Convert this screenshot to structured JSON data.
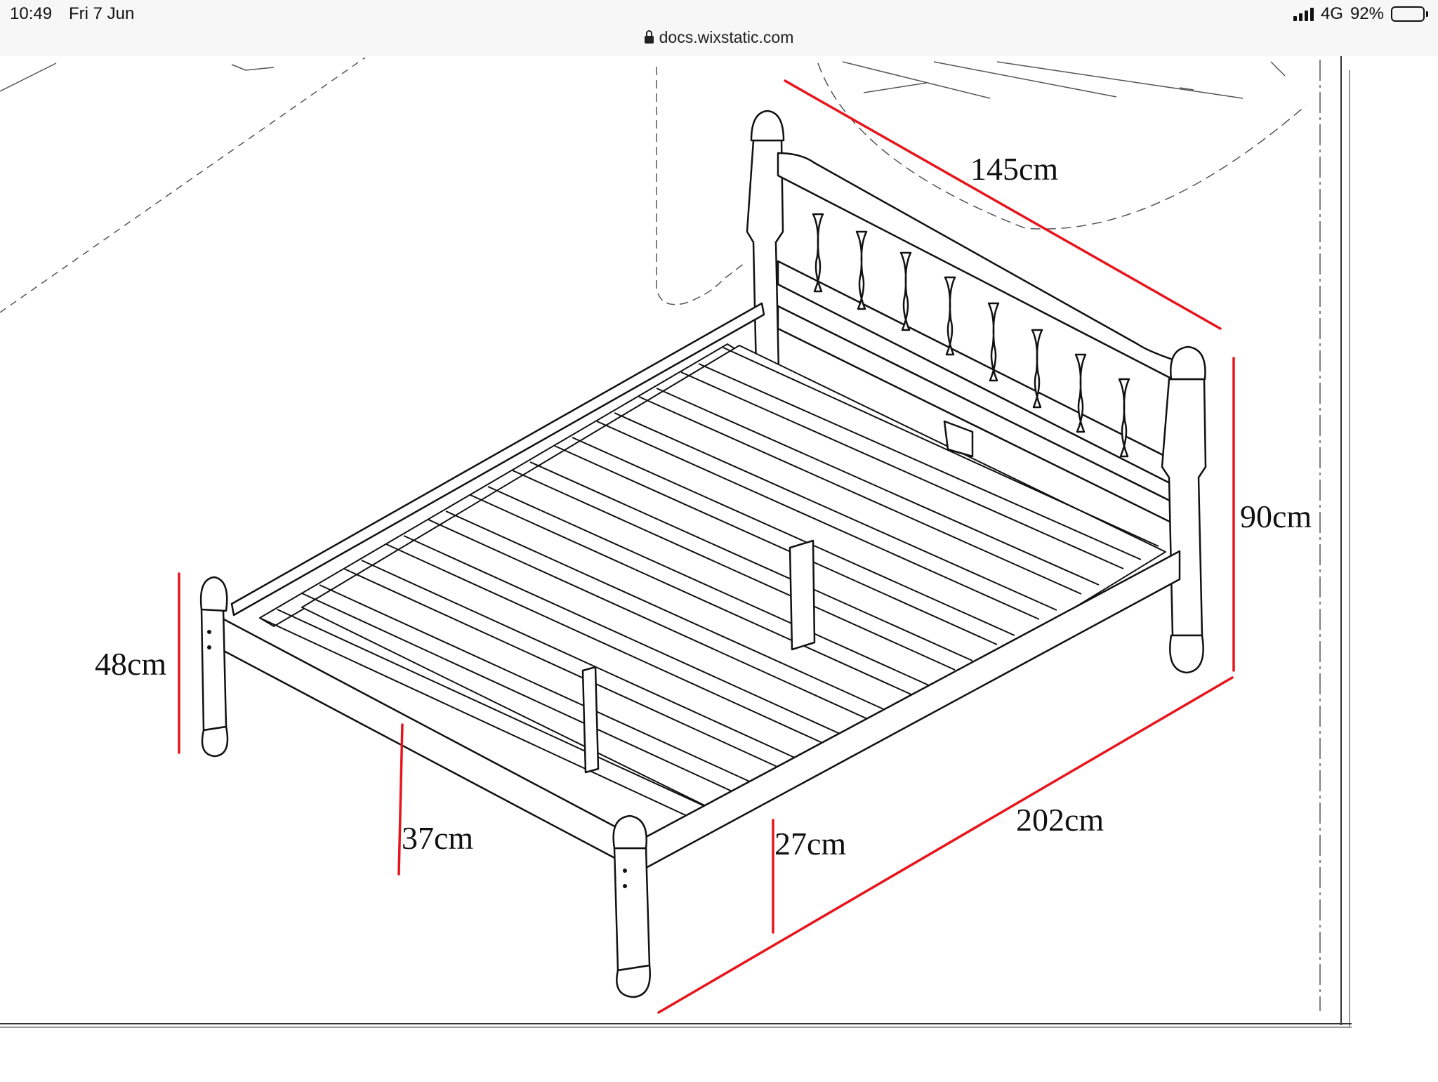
{
  "status_bar": {
    "time": "10:49",
    "date": "Fri 7 Jun",
    "network": "4G",
    "battery": "92%",
    "battery_level": 0.92
  },
  "browser": {
    "url": "docs.wixstatic.com"
  },
  "diagram": {
    "dimensions": {
      "headboard_width": "145cm",
      "headboard_height": "90cm",
      "footboard_height": "48cm",
      "rail_height_side": "37cm",
      "rail_height_front": "27cm",
      "length": "202cm"
    },
    "colors": {
      "dimension_line": "#e8141b",
      "drawing_line": "#111111"
    }
  }
}
